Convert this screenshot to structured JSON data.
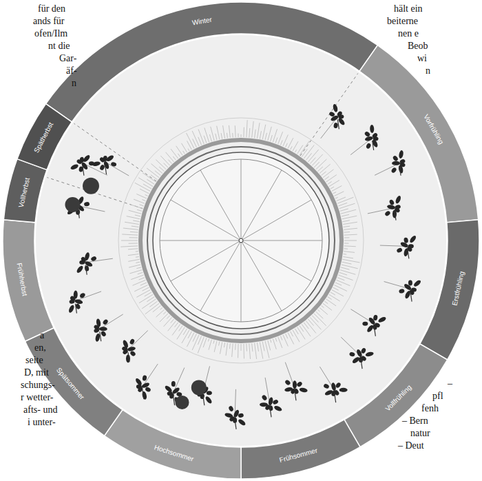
{
  "diagram": {
    "labels": [
      "Winter",
      "Vorfrühling",
      "Erstfrühling",
      "Vollfrühling",
      "Frühsommer",
      "Hochsommer",
      "Spätsommer",
      "Frühherbst",
      "Vollherbst",
      "Spätherbst",
      "für den",
      "ands für",
      "ofen/Ilm",
      "nt die",
      "Gar-",
      "äf-",
      "n",
      "a",
      "en,",
      "seite",
      "D, mit",
      "schungs-",
      "r wetter-",
      "afts- und",
      "i unter-",
      "hält ein",
      "beiterne",
      "nen e",
      "Beob",
      "wi",
      "n",
      "–",
      "pfl",
      "fenh",
      "– Bern",
      "natur",
      "– Deut"
    ]
  }
}
